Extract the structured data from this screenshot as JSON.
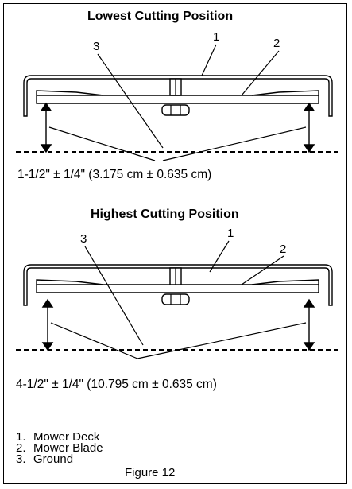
{
  "panels": [
    {
      "title": "Lowest Cutting Position",
      "measurement": "1-1/2\" ± 1/4\" (3.175 cm ± 0.635 cm)",
      "callouts": [
        "1",
        "2",
        "3"
      ]
    },
    {
      "title": "Highest Cutting Position",
      "measurement": "4-1/2\" ± 1/4\" (10.795 cm ± 0.635 cm)",
      "callouts": [
        "1",
        "2",
        "3"
      ]
    }
  ],
  "legend": [
    {
      "num": "1.",
      "label": "Mower Deck"
    },
    {
      "num": "2.",
      "label": "Mower Blade"
    },
    {
      "num": "3.",
      "label": "Ground"
    }
  ],
  "caption": "Figure 12"
}
